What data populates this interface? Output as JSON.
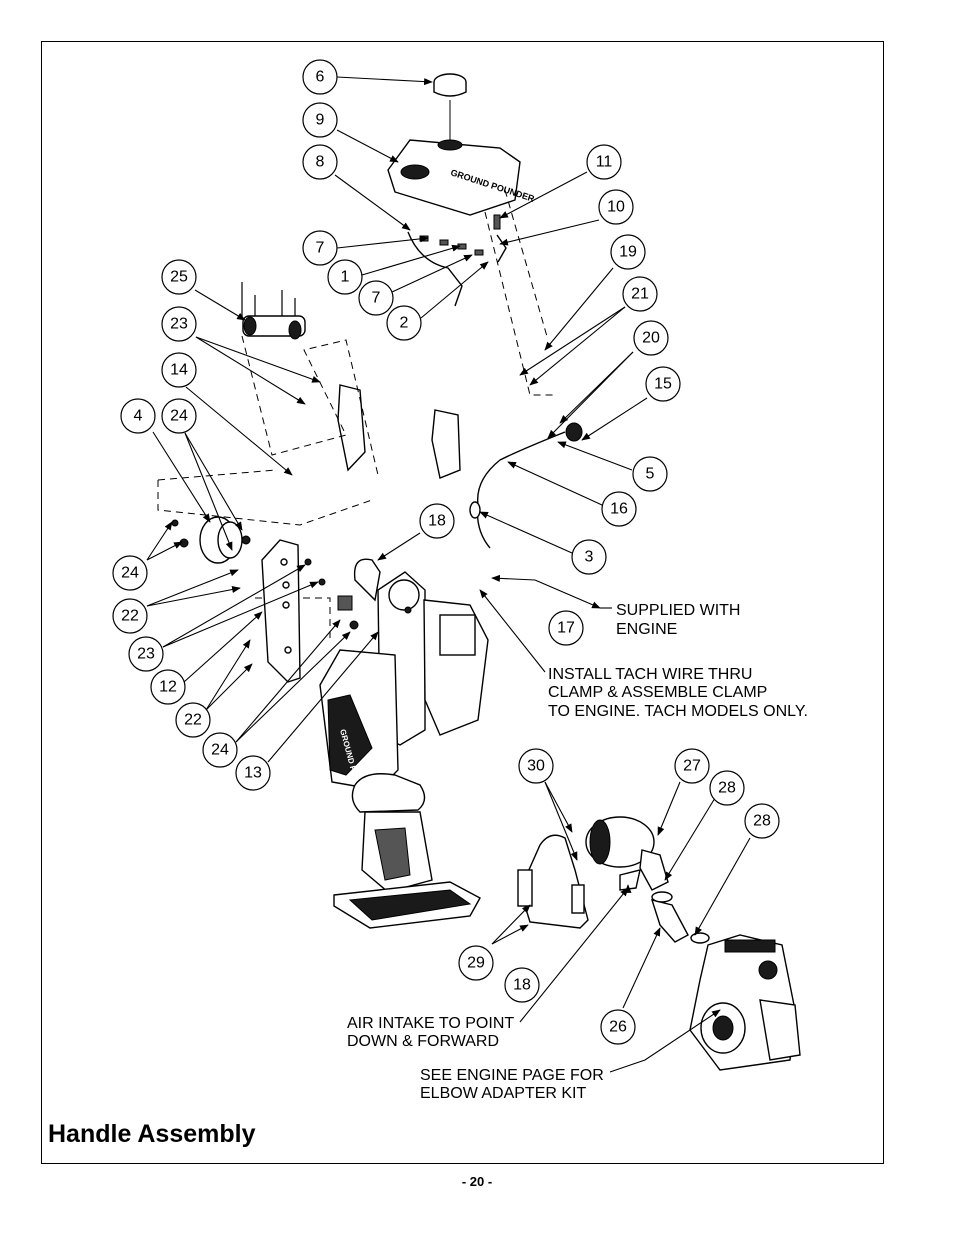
{
  "title": "Handle Assembly",
  "page_number": "- 20 -",
  "logo_text": "GROUND POUNDER",
  "callouts": [
    "6",
    "9",
    "8",
    "11",
    "10",
    "7",
    "1",
    "7",
    "2",
    "19",
    "21",
    "25",
    "23",
    "20",
    "15",
    "14",
    "4",
    "24",
    "5",
    "16",
    "18",
    "3",
    "24",
    "22",
    "23",
    "17",
    "12",
    "22",
    "24",
    "13",
    "30",
    "27",
    "28",
    "28",
    "29",
    "18",
    "26"
  ],
  "notes": {
    "supplied_line1": "SUPPLIED WITH",
    "supplied_line2": "ENGINE",
    "tach_line1": "INSTALL TACH WIRE THRU",
    "tach_line2": "CLAMP & ASSEMBLE CLAMP",
    "tach_line3": "TO ENGINE. TACH MODELS ONLY.",
    "air_line1": "AIR INTAKE TO POINT",
    "air_line2": "DOWN & FORWARD",
    "elbow_line1": "SEE ENGINE PAGE FOR",
    "elbow_line2": "ELBOW ADAPTER  KIT"
  }
}
